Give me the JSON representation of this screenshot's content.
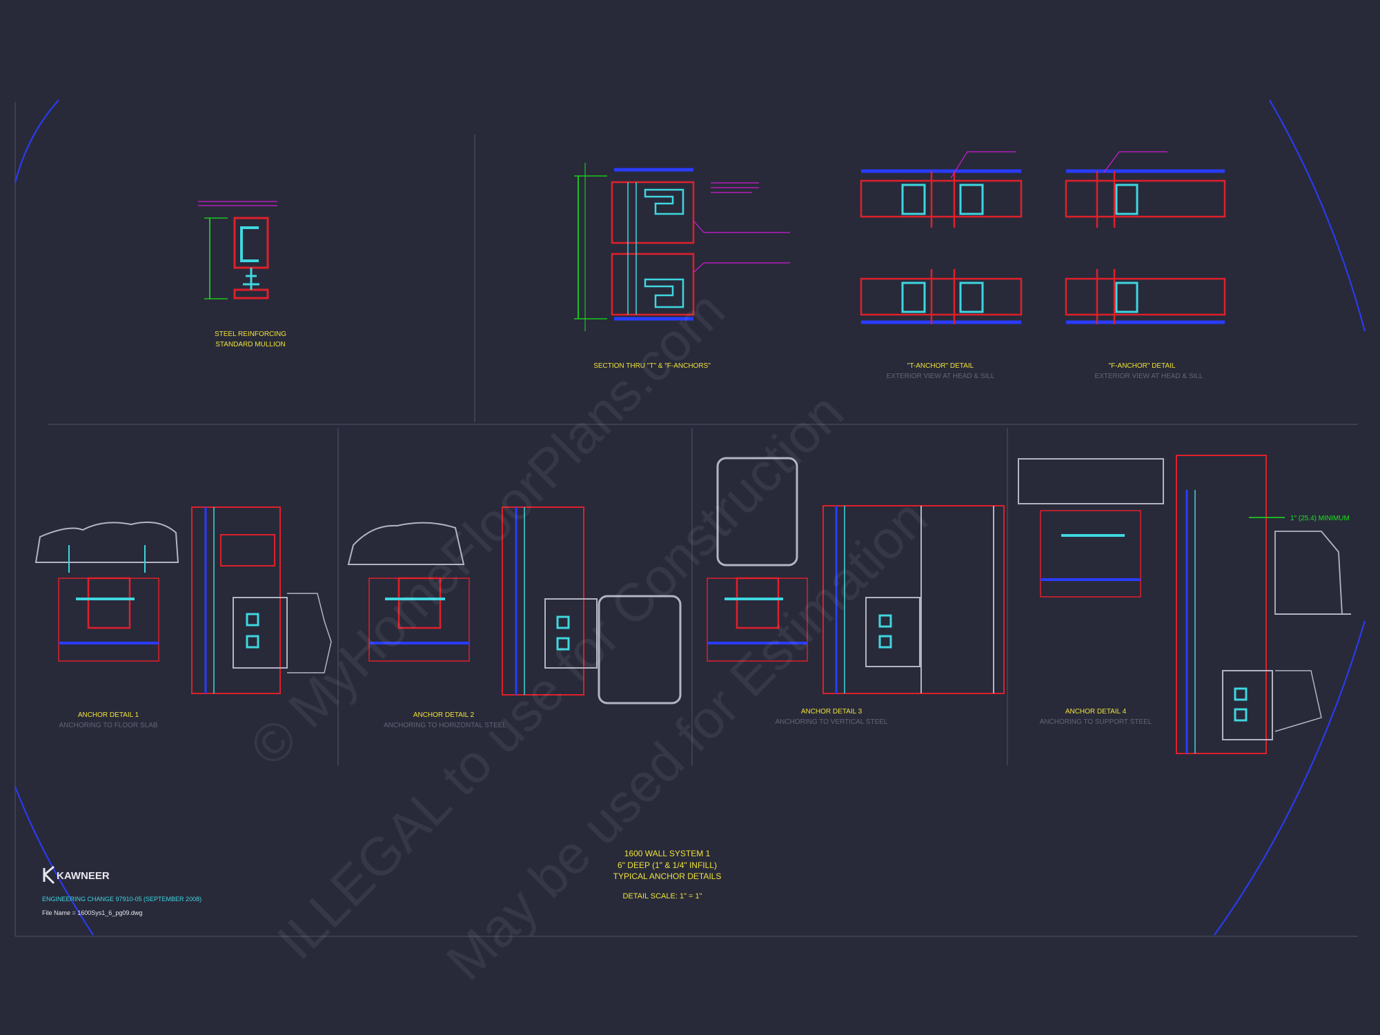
{
  "colors": {
    "background": "#282a3a",
    "frame": "#3c3f52",
    "red": "#e0202a",
    "cyan": "#3fd7e0",
    "blue": "#2a3cff",
    "green": "#19e619",
    "magenta": "#d21ad2",
    "yellow": "#f0e23a",
    "gray": "#b4b4c4",
    "white": "#e8e8ee"
  },
  "top_details": {
    "steel": {
      "title": "STEEL REINFORCING",
      "subtitle": "STANDARD MULLION"
    },
    "section": {
      "title": "SECTION THRU \"T\" & \"F-ANCHORS\""
    },
    "t_anchor": {
      "title": "\"T-ANCHOR\" DETAIL",
      "subtitle": "EXTERIOR VIEW AT HEAD & SILL"
    },
    "f_anchor": {
      "title": "\"F-ANCHOR\" DETAIL",
      "subtitle": "EXTERIOR VIEW AT HEAD & SILL"
    }
  },
  "anchor_details": [
    {
      "title": "ANCHOR DETAIL 1",
      "subtitle": "ANCHORING TO FLOOR SLAB"
    },
    {
      "title": "ANCHOR DETAIL 2",
      "subtitle": "ANCHORING TO HORIZONTAL STEEL"
    },
    {
      "title": "ANCHOR DETAIL 3",
      "subtitle": "ANCHORING TO VERTICAL STEEL"
    },
    {
      "title": "ANCHOR DETAIL 4",
      "subtitle": "ANCHORING TO SUPPORT STEEL"
    }
  ],
  "dimension_note": "1\" (25.4) MINIMUM",
  "title_block": {
    "line1": "1600 WALL SYSTEM 1",
    "line2": "6\" DEEP (1\" & 1/4\" INFILL)",
    "line3": "TYPICAL ANCHOR DETAILS",
    "scale": "DETAIL SCALE: 1\" = 1\""
  },
  "brand": {
    "logo_text": "KAWNEER",
    "engineering_change": "ENGINEERING CHANGE 97910-05 (SEPTEMBER 2008)",
    "file_name": "File Name = 1600Sys1_6_pg09.dwg"
  },
  "watermark": {
    "line1": "© MyHomeFloorPlans.com",
    "line2": "ILLEGAL to use for Construction",
    "line3": "May be used for Estimation"
  }
}
